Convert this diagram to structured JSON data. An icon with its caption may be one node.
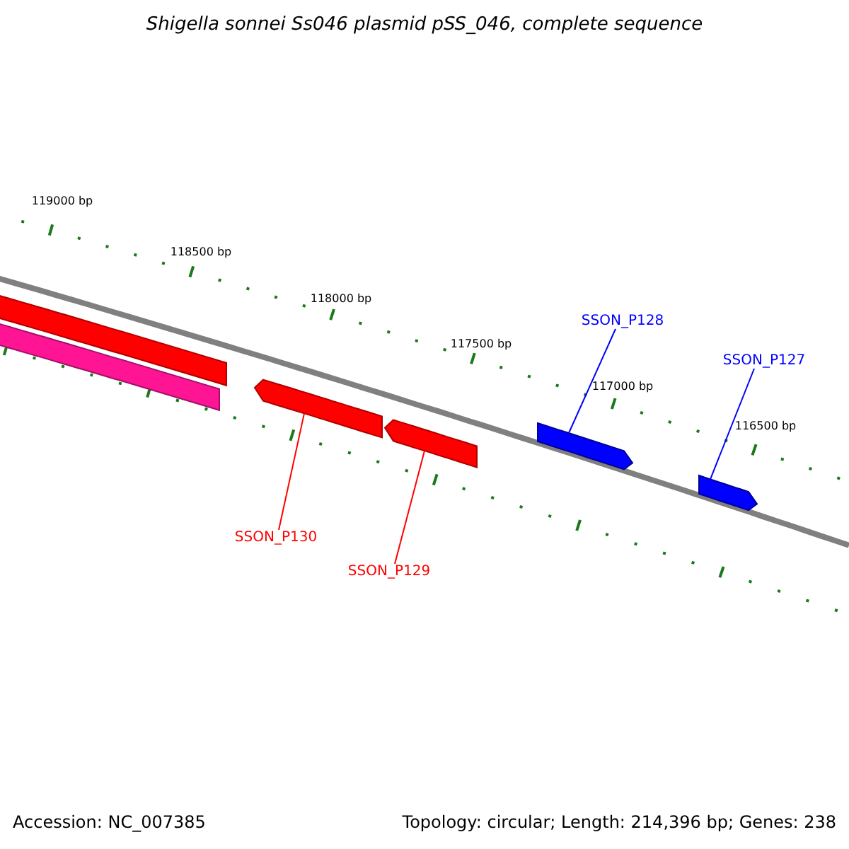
{
  "diagram": {
    "title": "Shigella sonnei Ss046 plasmid pSS_046, complete sequence",
    "nodes": [
      {
        "text": [
          "SSON_P128"
        ]
      },
      {
        "text": [
          "SSON_P127"
        ]
      },
      {
        "text": [
          "SSON_P130"
        ]
      },
      {
        "text": [
          "SSON_P129"
        ]
      },
      {
        "text": [],
        "shape": "bar"
      },
      {
        "text": [],
        "shape": "bar"
      },
      {
        "text": [],
        "shape": "bar"
      },
      {
        "text": [],
        "shape": "bar"
      },
      {
        "text": [],
        "shape": "bar"
      },
      {
        "text": [],
        "shape": "bar"
      }
    ],
    "edges": [
      {
        "from": 0,
        "to": 8,
        "arrow": "none",
        "color": "#0000ff"
      },
      {
        "from": 1,
        "to": 9,
        "arrow": "none",
        "color": "#0000ff"
      },
      {
        "from": 2,
        "to": 6,
        "arrow": "none",
        "color": "#ff0000"
      },
      {
        "from": 3,
        "to": 7,
        "arrow": "none",
        "color": "#ff0000"
      }
    ],
    "labels": [
      "119000 bp",
      "118500 bp",
      "118000 bp",
      "117500 bp",
      "117000 bp",
      "116500 bp",
      "Accession: NC_007385",
      "Topology: circular; Length: 214,396 bp; Genes: 238"
    ]
  }
}
